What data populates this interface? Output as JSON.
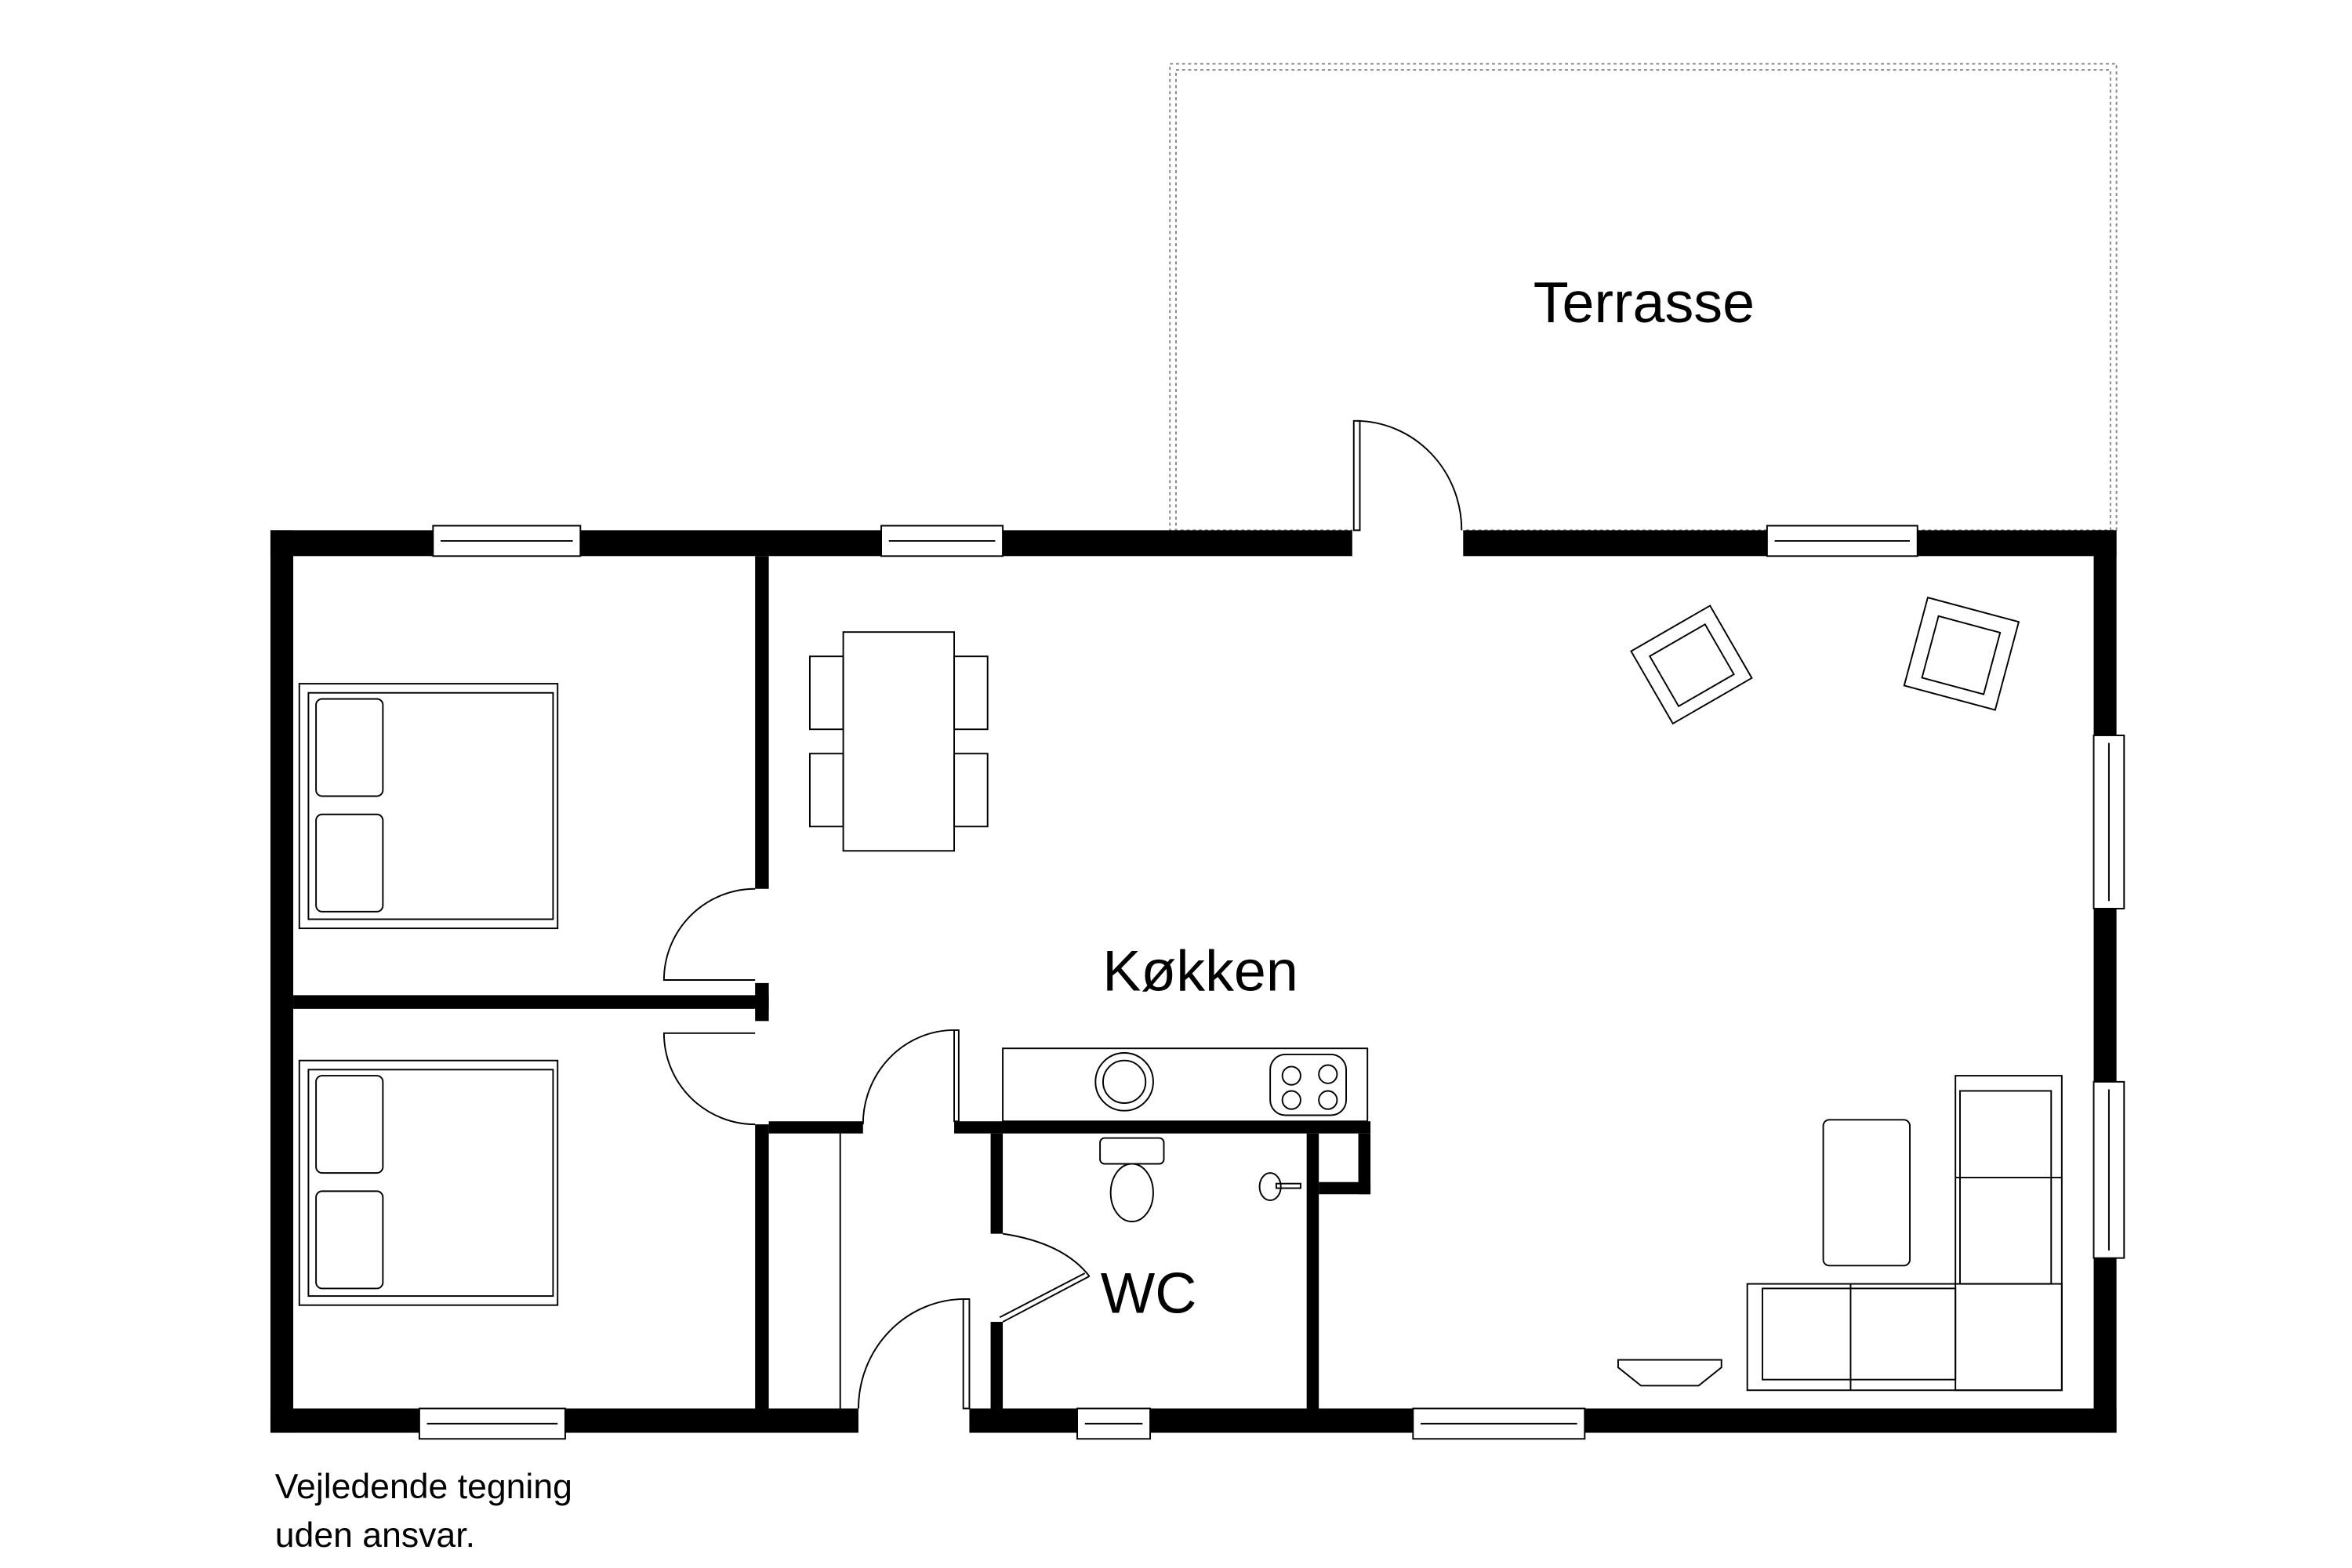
{
  "rooms": {
    "terrace": "Terrasse",
    "kitchen": "Køkken",
    "wc": "WC"
  },
  "note": {
    "line1": "Vejledende tegning",
    "line2": "uden ansvar."
  },
  "colors": {
    "wall": "#000000",
    "background": "#ffffff"
  }
}
